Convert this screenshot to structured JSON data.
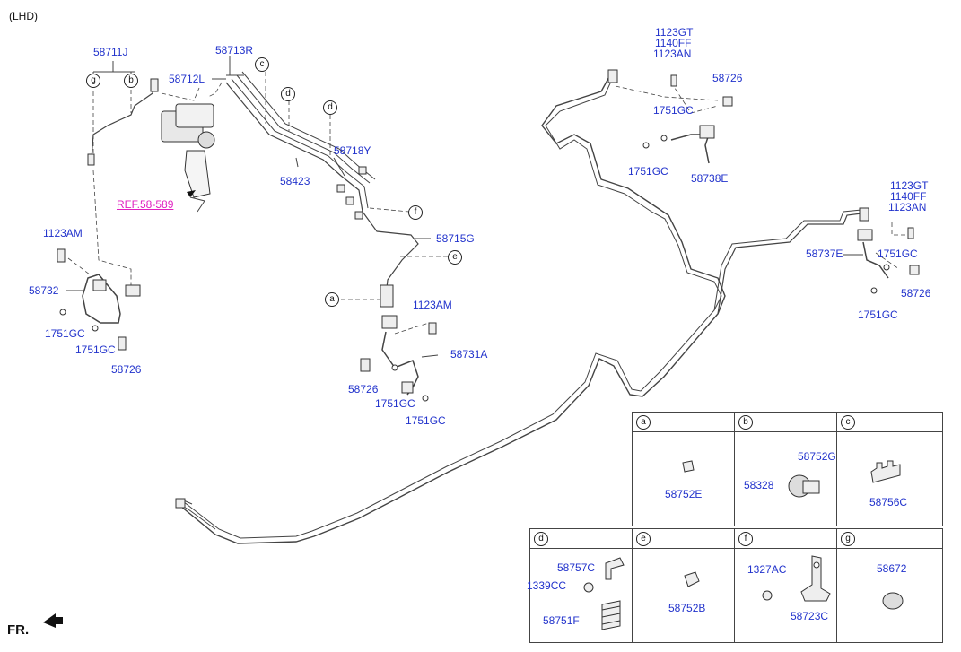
{
  "diagram": {
    "drive_label": "(LHD)",
    "front_label": "FR.",
    "parts": {
      "p58711J": "58711J",
      "p58713R": "58713R",
      "p58712L": "58712L",
      "p58423": "58423",
      "p58718Y": "58718Y",
      "ref": "REF.58-589",
      "p58715G": "58715G",
      "p1123AM_left": "1123AM",
      "p58732": "58732",
      "p1751GC_l1": "1751GC",
      "p1751GC_l2": "1751GC",
      "p58726_l": "58726",
      "p1123AM_mid": "1123AM",
      "p58731A": "58731A",
      "p58726_mid": "58726",
      "p1751GC_m1": "1751GC",
      "p1751GC_m2": "1751GC",
      "p1123GT_a": "1123GT",
      "p1140FF_a": "1140FF",
      "p1123AN_a": "1123AN",
      "p58726_tr": "58726",
      "p1751GC_tr1": "1751GC",
      "p1751GC_tr2": "1751GC",
      "p58738E": "58738E",
      "p1123GT_b": "1123GT",
      "p1140FF_b": "1140FF",
      "p1123AN_b": "1123AN",
      "p58737E": "58737E",
      "p1751GC_r1": "1751GC",
      "p58726_r": "58726",
      "p1751GC_r2": "1751GC"
    },
    "callouts": {
      "b": "b",
      "g": "g",
      "c": "c",
      "d1": "d",
      "d2": "d",
      "f": "f",
      "e": "e",
      "a": "a"
    }
  },
  "legend": {
    "cells": [
      {
        "letter": "a",
        "parts": [
          "58752E"
        ]
      },
      {
        "letter": "b",
        "parts": [
          "58752G",
          "58328"
        ]
      },
      {
        "letter": "c",
        "parts": [
          "58756C"
        ]
      },
      {
        "letter": "d",
        "parts": [
          "58757C",
          "1339CC",
          "58751F"
        ]
      },
      {
        "letter": "e",
        "parts": [
          "58752B"
        ]
      },
      {
        "letter": "f",
        "parts": [
          "1327AC",
          "58723C"
        ]
      },
      {
        "letter": "g",
        "parts": [
          "58672"
        ]
      }
    ]
  }
}
